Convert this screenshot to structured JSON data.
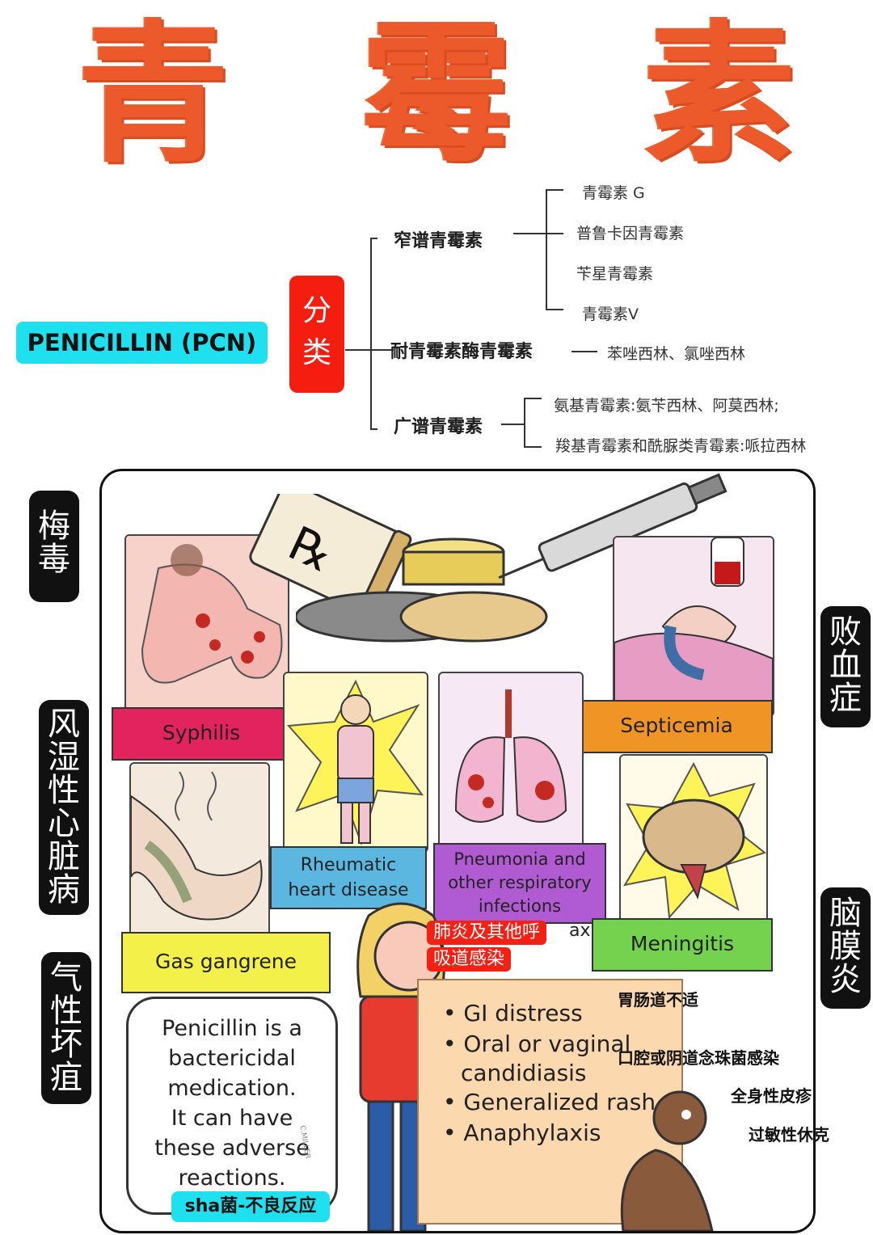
{
  "title": {
    "chars": [
      "青",
      "霉",
      "素"
    ]
  },
  "classification": {
    "badge": "PENICILLIN (PCN)",
    "category_label": [
      "分",
      "类"
    ],
    "narrow": {
      "name": "窄谱青霉素",
      "items": [
        "青霉素 G",
        "普鲁卡因青霉素",
        "苄星青霉素",
        "青霉素V"
      ]
    },
    "resistant": {
      "name": "耐青霉素酶青霉素",
      "items": [
        "苯唑西林、氯唑西林"
      ]
    },
    "broad": {
      "name": "广谱青霉素",
      "items": [
        "氨基青霉素:氨苄西林、阿莫西林;",
        "羧基青霉素和酰脲类青霉素:哌拉西林"
      ]
    }
  },
  "side_labels": {
    "syphilis": [
      "梅",
      "毒"
    ],
    "rheumatic": [
      "风",
      "湿",
      "性",
      "心",
      "脏",
      "病"
    ],
    "gangrene": [
      "气",
      "性",
      "坏",
      "疽"
    ],
    "septicemia": [
      "败",
      "血",
      "症"
    ],
    "meningitis": [
      "脑",
      "膜",
      "炎"
    ]
  },
  "illustration": {
    "rx_symbol": "℞",
    "tags": {
      "syphilis": "Syphilis",
      "septicemia": "Septicemia",
      "rheumatic_1": "Rheumatic",
      "rheumatic_2": "heart disease",
      "pneumonia_1": "Pneumonia and",
      "pneumonia_2": "other respiratory",
      "pneumonia_3": "infections",
      "pneumonia_hidden": "ax",
      "meningitis": "Meningitis",
      "gangrene": "Gas gangrene"
    },
    "bubble_lines": [
      "Penicillin is a",
      "bactericidal",
      "medication.",
      "It can have",
      "these adverse",
      "reactions."
    ],
    "adverse": [
      "• GI distress",
      "• Oral or vaginal",
      "candidiasis",
      "• Generalized rash",
      "• Anaphylaxis"
    ],
    "signature": "C.MILLER",
    "pneumonia_cn": [
      "肺炎及其他呼",
      "吸道感染"
    ],
    "adverse_cn": [
      "胃肠道不适",
      "口腔或阴道念珠菌感染",
      "全身性皮疹",
      "过敏性休克"
    ],
    "sha_badge": "sha菌-不良反应"
  },
  "colors": {
    "title": "#ec5a2c",
    "cyan": "#1ee0ee",
    "red": "#f51c10",
    "syphilis_tag": "#e2235d",
    "septicemia_tag": "#f09525",
    "rheumatic_tag": "#5bb7e0",
    "pneumonia_tag": "#b05bd2",
    "meningitis_tag": "#74d24f",
    "gangrene_tag": "#f4f04a"
  }
}
